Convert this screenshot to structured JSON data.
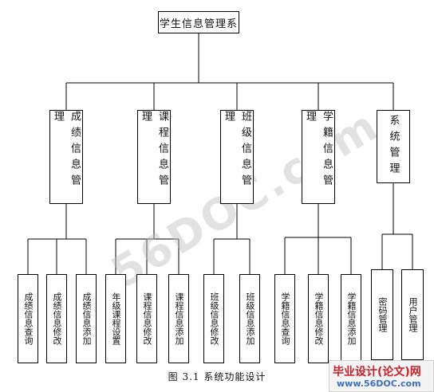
{
  "root": "学生信息管理系",
  "modules": [
    {
      "label": "成绩信息管理",
      "children": [
        "成绩信息查询",
        "成绩信息修改",
        "成绩信息添加"
      ]
    },
    {
      "label": "课程信息管理",
      "children": [
        "年级课程设置",
        "课程信息修改",
        "课程信息添加"
      ]
    },
    {
      "label": "班级信息管理",
      "children": [
        "班级信息修改",
        "班级信息添加"
      ]
    },
    {
      "label": "学籍信息管理",
      "children": [
        "学籍信息查询",
        "学籍信息修改",
        "学籍信息添加"
      ]
    },
    {
      "label": "系统管理",
      "children": [
        "密码管理",
        "用户管理"
      ]
    }
  ],
  "caption": "图 3.1   系统功能设计",
  "watermark": "56DOC.com",
  "logo": {
    "main": "毕业设计(论文)网",
    "sub": "www.56DOC.com"
  }
}
